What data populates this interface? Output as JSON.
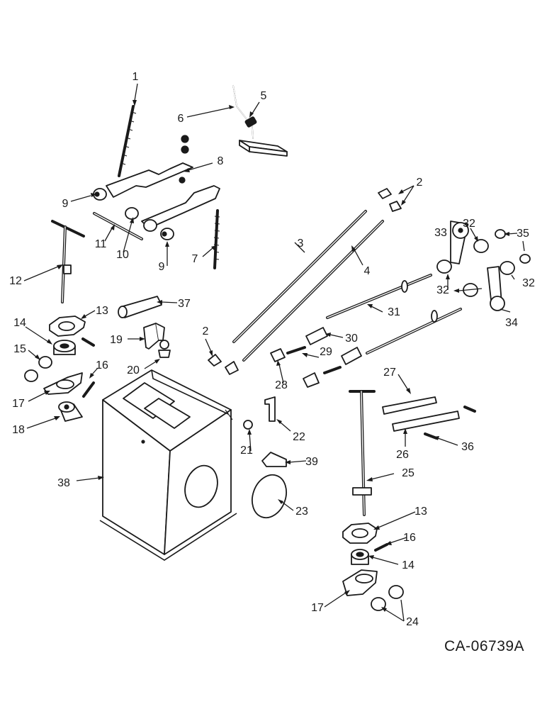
{
  "callouts": {
    "c1": "1",
    "c2a": "2",
    "c2b": "2",
    "c3": "3",
    "c4": "4",
    "c5": "5",
    "c6": "6",
    "c7": "7",
    "c8": "8",
    "c9a": "9",
    "c9b": "9",
    "c10": "10",
    "c11": "11",
    "c12": "12",
    "c13a": "13",
    "c13b": "13",
    "c14a": "14",
    "c14b": "14",
    "c15": "15",
    "c16a": "16",
    "c16b": "16",
    "c17a": "17",
    "c17b": "17",
    "c18": "18",
    "c19": "19",
    "c20": "20",
    "c21": "21",
    "c22": "22",
    "c23": "23",
    "c24": "24",
    "c25": "25",
    "c26": "26",
    "c27": "27",
    "c28": "28",
    "c29": "29",
    "c30": "30",
    "c31": "31",
    "c32a": "32",
    "c32b": "32",
    "c32c": "32",
    "c33": "33",
    "c34": "34",
    "c35": "35",
    "c36": "36",
    "c37": "37",
    "c38": "38",
    "c39": "39"
  },
  "drawing_code": "CA-06739A"
}
